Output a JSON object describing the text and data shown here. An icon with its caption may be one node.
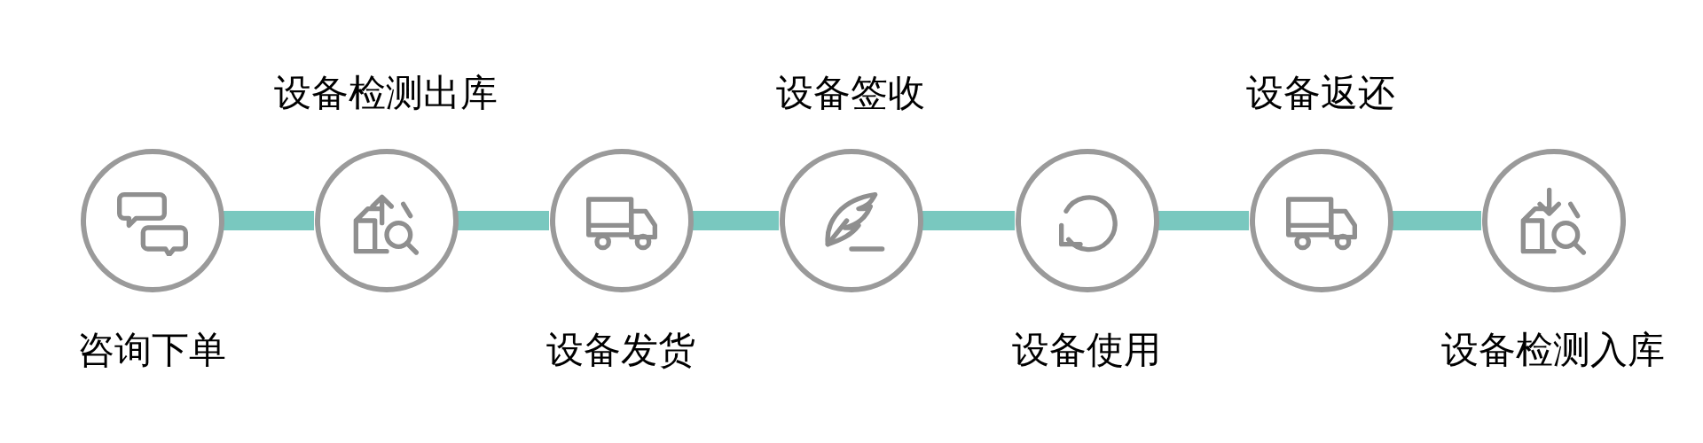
{
  "diagram": {
    "nodes": [
      {
        "text": [
          "咨询下单"
        ]
      },
      {
        "text": [
          "设备检测出库"
        ]
      },
      {
        "text": [
          "设备发货"
        ]
      },
      {
        "text": [
          "设备签收"
        ]
      },
      {
        "text": [
          "设备使用"
        ]
      },
      {
        "text": [
          "设备返还"
        ]
      },
      {
        "text": [
          "设备检测入库"
        ]
      }
    ],
    "edges": [
      {
        "from": 0,
        "to": 1,
        "arrow": "none"
      },
      {
        "from": 1,
        "to": 2,
        "arrow": "none"
      },
      {
        "from": 2,
        "to": 3,
        "arrow": "none"
      },
      {
        "from": 3,
        "to": 4,
        "arrow": "none"
      },
      {
        "from": 4,
        "to": 5,
        "arrow": "none"
      },
      {
        "from": 5,
        "to": 6,
        "arrow": "none"
      }
    ]
  }
}
